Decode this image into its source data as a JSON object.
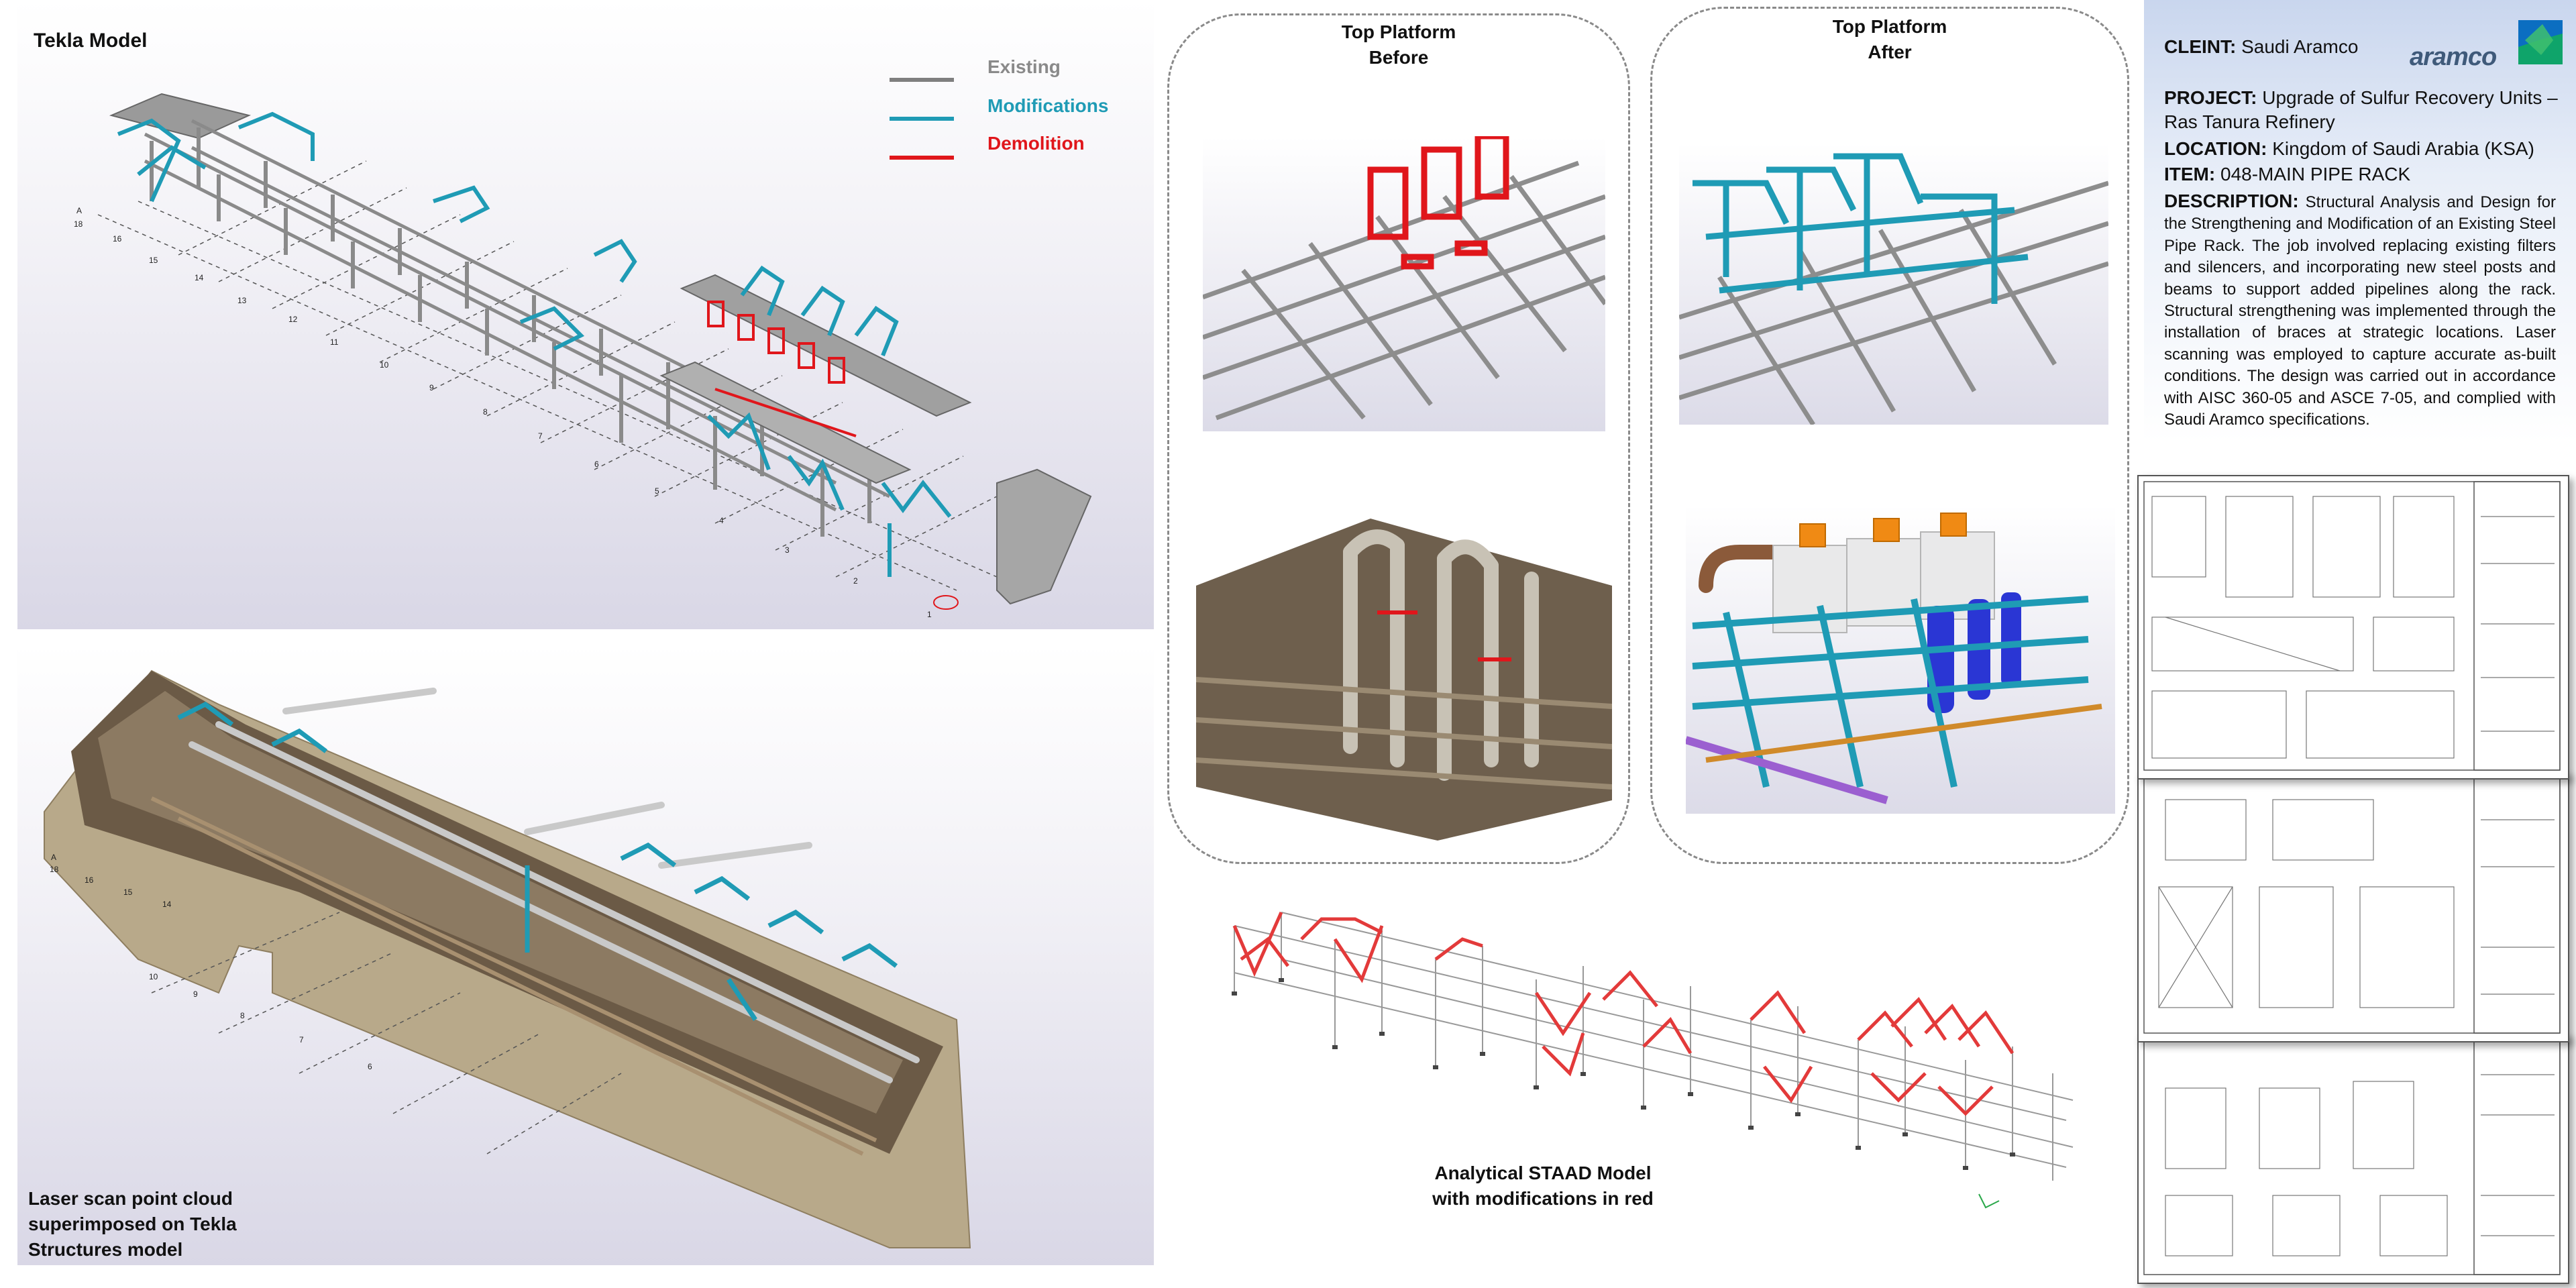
{
  "tekla_panel": {
    "title": "Tekla Model",
    "legend": [
      {
        "label": "Existing",
        "color": "#7f7f7f"
      },
      {
        "label": "Modifications",
        "color": "#1f9bb5"
      },
      {
        "label": "Demolition",
        "color": "#e0161b"
      }
    ],
    "grid_numbers": [
      "A",
      "18",
      "16",
      "15",
      "14",
      "13",
      "12",
      "11",
      "10",
      "9",
      "8",
      "7",
      "6",
      "5",
      "4",
      "3",
      "2",
      "1"
    ]
  },
  "laser_panel": {
    "caption_line1": "Laser scan point cloud",
    "caption_line2": "superimposed on Tekla",
    "caption_line3": "Structures model"
  },
  "before_box": {
    "title_line1": "Top Platform",
    "title_line2": "Before"
  },
  "after_box": {
    "title_line1": "Top Platform",
    "title_line2": "After"
  },
  "staad": {
    "caption_line1": "Analytical STAAD Model",
    "caption_line2": "with modifications in red"
  },
  "info": {
    "client_label": "CLEINT:",
    "client_value": "Saudi Aramco",
    "logo_text": "aramco",
    "project_label": "PROJECT:",
    "project_value": "Upgrade of Sulfur Recovery Units – Ras Tanura Refinery",
    "location_label": "LOCATION:",
    "location_value": "Kingdom of Saudi Arabia (KSA)",
    "item_label": "ITEM:",
    "item_value": "048-MAIN PIPE RACK",
    "description_label": "DESCRIPTION:",
    "description_value": "Structural Analysis and Design for the Strengthening and Modification of an Existing Steel Pipe Rack. The job involved replacing existing filters and silencers, and incorporating new steel posts and beams to support added pipelines along the rack. Structural strengthening was implemented through the installation of braces at strategic locations. Laser scanning was employed to capture accurate as-built conditions. The design was carried out in accordance with AISC 360-05 and ASCE 7-05, and complied with Saudi Aramco specifications."
  },
  "colors": {
    "existing": "#7f7f7f",
    "modification": "#1f9bb5",
    "demolition": "#e0161b",
    "staad_red": "#e33a3a"
  }
}
